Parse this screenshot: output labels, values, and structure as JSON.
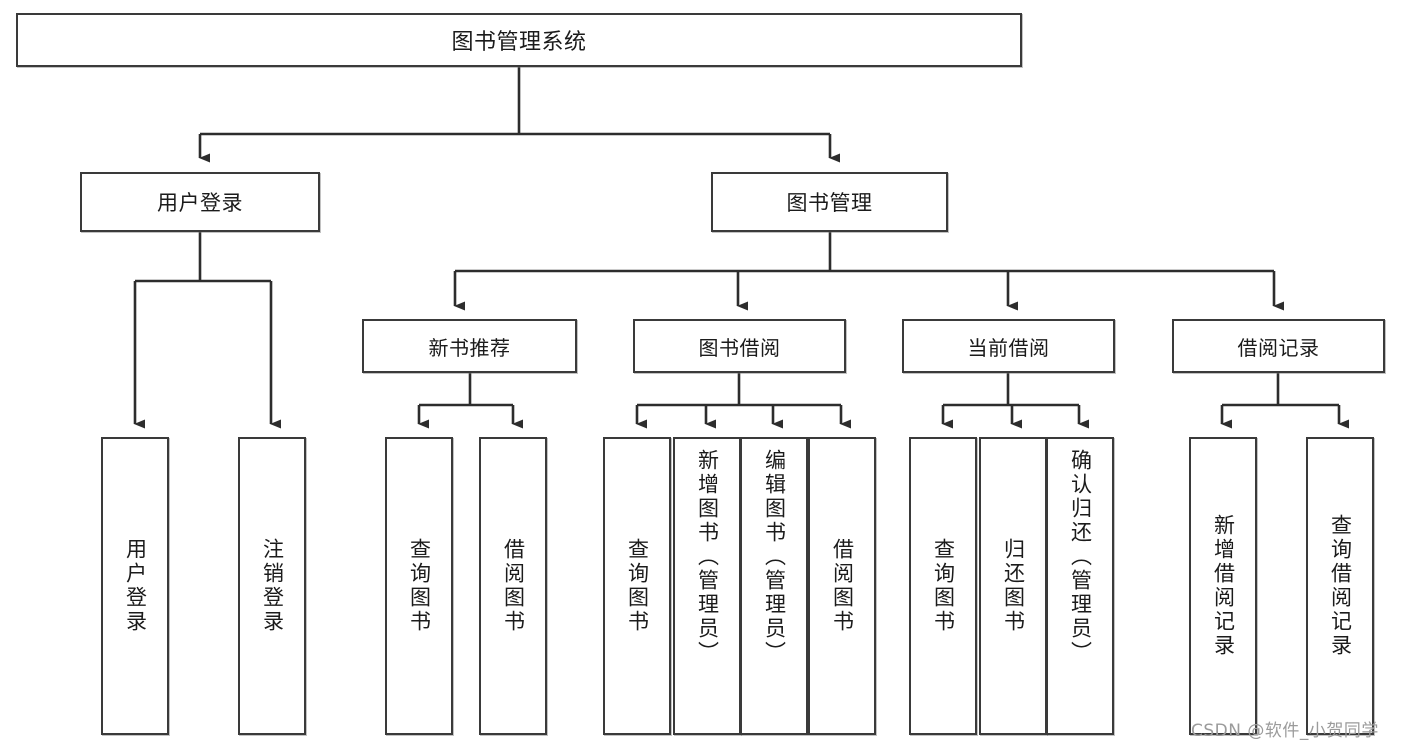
{
  "diagram": {
    "title": "图书管理系统",
    "type": "hierarchy-tree",
    "style": {
      "background": "#ffffff",
      "box_border": "#3a3a3a",
      "box_fill": "#ffffff",
      "connector": "#2d2d2d",
      "text": "#1b1b1b",
      "watermark": "#9b9b9b"
    },
    "root": {
      "label": "图书管理系统"
    },
    "level2": [
      {
        "label": "用户登录"
      },
      {
        "label": "图书管理"
      }
    ],
    "level3": [
      {
        "label": "新书推荐"
      },
      {
        "label": "图书借阅"
      },
      {
        "label": "当前借阅"
      },
      {
        "label": "借阅记录"
      }
    ],
    "leaves": {
      "user_login": [
        {
          "label": "用户登录"
        },
        {
          "label": "注销登录"
        }
      ],
      "new_book_rec": [
        {
          "label": "查询图书"
        },
        {
          "label": "借阅图书"
        }
      ],
      "book_borrow": [
        {
          "label": "查询图书"
        },
        {
          "label": "新增图书（管理员）"
        },
        {
          "label": "编辑图书（管理员）"
        },
        {
          "label": "借阅图书"
        }
      ],
      "current_borrow": [
        {
          "label": "查询图书"
        },
        {
          "label": "归还图书"
        },
        {
          "label": "确认归还（管理员）"
        }
      ],
      "borrow_record": [
        {
          "label": "新增借阅记录"
        },
        {
          "label": "查询借阅记录"
        }
      ]
    },
    "watermark": "CSDN @软件_小贺同学"
  }
}
